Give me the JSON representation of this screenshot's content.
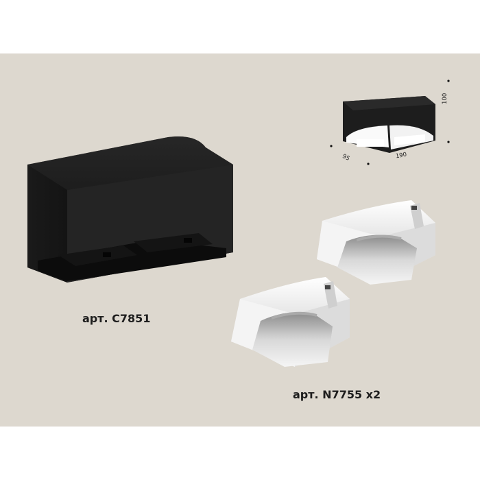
{
  "products": {
    "housing": {
      "label": "арт. C7851"
    },
    "insert": {
      "label": "арт. N7755  x2"
    }
  },
  "dimensions": {
    "height": "100",
    "width": "190",
    "depth": "95"
  },
  "colors": {
    "background": "#ddd8cf",
    "housing": "#232323",
    "insert": "#f2f2f2",
    "reflector": "#c9c9c9"
  }
}
